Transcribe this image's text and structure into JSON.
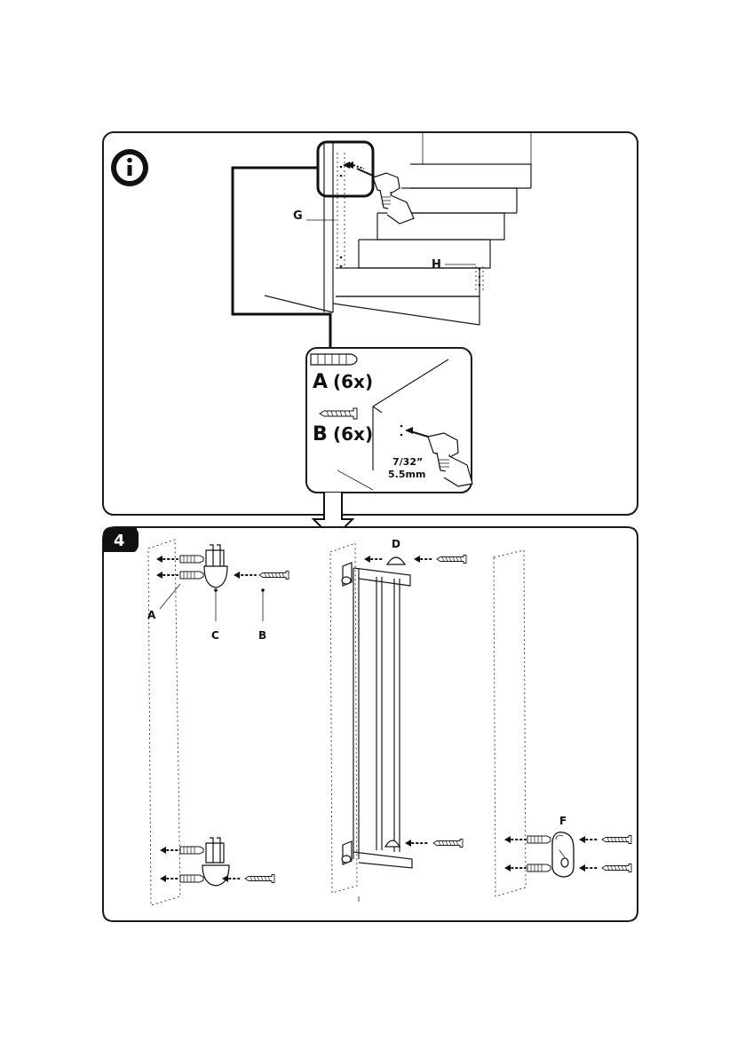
{
  "info_panel": {
    "icon": "info-icon",
    "label_g": "G",
    "label_h": "H"
  },
  "detail_box": {
    "label_a": "A",
    "qty_a": "(6x)",
    "label_b": "B",
    "qty_b": "(6x)",
    "drill_size_in": "7/32”",
    "drill_size_mm": "5.5mm"
  },
  "step_panel": {
    "step_number": "4",
    "label_a": "A",
    "label_b": "B",
    "label_c": "C",
    "label_d": "D",
    "label_f": "F"
  }
}
